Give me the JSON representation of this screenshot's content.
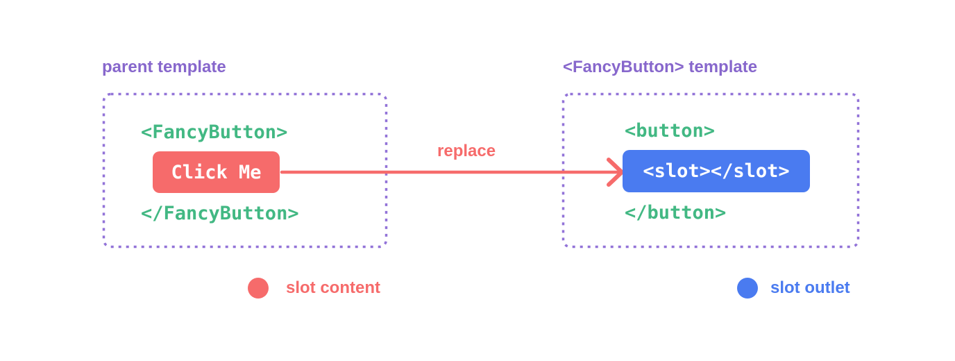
{
  "diagram": {
    "left_panel": {
      "title": "parent template",
      "code_open": "<FancyButton>",
      "button_label": "Click Me",
      "code_close": "</FancyButton>"
    },
    "arrow": {
      "label": "replace"
    },
    "right_panel": {
      "title": "<FancyButton> template",
      "code_open": "<button>",
      "slot_label": "<slot></slot>",
      "code_close": "</button>"
    },
    "legend": {
      "items": [
        {
          "label": "slot content",
          "color": "#f66b6b"
        },
        {
          "label": "slot outlet",
          "color": "#4a7bf0"
        }
      ]
    },
    "colors": {
      "coral": "#f66b6b",
      "blue": "#4a7bf0",
      "green": "#42b883",
      "purple": "#8767cc"
    }
  }
}
